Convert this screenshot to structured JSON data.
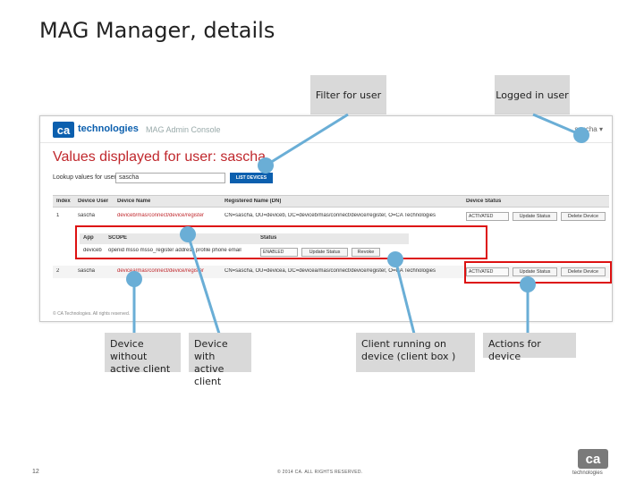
{
  "slide": {
    "title": "MAG Manager, details",
    "page_number": "12",
    "copyright": "© 2014 CA. ALL RIGHTS RESERVED.",
    "brand": {
      "mark": "ca",
      "word": "technologies"
    }
  },
  "callouts": {
    "filter_for_user": "Filter for user",
    "logged_in_user": "Logged in user",
    "device_without_active_client": "Device without active client",
    "device_with_active_client": "Device with active client",
    "client_running_on_device": "Client running on device (client box )",
    "actions_for_device": "Actions for device"
  },
  "console": {
    "logo_mark": "ca",
    "logo_word": "technologies",
    "app_name": "MAG Admin Console",
    "user_menu": "sascha ▾",
    "heading": "Values displayed for user: sascha",
    "lookup_label": "Lookup values for user:",
    "lookup_value": "sascha",
    "list_button": "LIST DEVICES",
    "columns": {
      "index": "Index",
      "device_user": "Device User",
      "device_name": "Device Name",
      "registered_name": "Registered Name (DN)",
      "device_status": "Device Status"
    },
    "rows": [
      {
        "index": "1",
        "device_user": "sascha",
        "device_name": "deviceb/mas/connect/device/register",
        "registered_name": "CN=sascha, OU=deviceb, DC=deviceb/mas/connect/device/register, O=CA Technologies",
        "status": "ACTIVATED",
        "update_label": "Update Status",
        "delete_label": "Delete Device"
      },
      {
        "index": "2",
        "device_user": "sascha",
        "device_name": "devicea/mas/connect/device/register",
        "registered_name": "CN=sascha, OU=devicea, DC=devicea/mas/connect/device/register, O=CA Technologies",
        "status": "ACTIVATED",
        "update_label": "Update Status",
        "delete_label": "Delete Device"
      }
    ],
    "client_box": {
      "columns": {
        "app": "App",
        "scope": "SCOPE",
        "status": "Status"
      },
      "row": {
        "app": "deviceb",
        "scope": "openid msso msso_register address profile phone email",
        "status": "ENABLED",
        "update_label": "Update Status",
        "revoke_label": "Revoke"
      }
    },
    "footer": "© CA Technologies. All rights reserved."
  },
  "colors": {
    "accent_red": "#c0282d",
    "brand_blue": "#0b5fae",
    "highlight_red": "#dd1111",
    "arrow_blue": "#6aaed6",
    "callout_gray": "#d9d9d9"
  }
}
